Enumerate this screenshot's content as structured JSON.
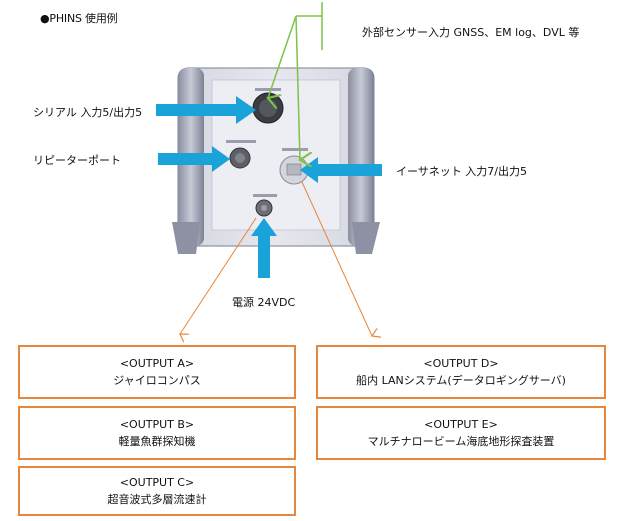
{
  "title": "●PHINS 使用例",
  "labels": {
    "external_sensor": "外部センサー入力 GNSS、EM log、DVL 等",
    "serial": "シリアル 入力5/出力5",
    "repeater": "リピーターポート",
    "ethernet": "イーサネット 入力7/出力5",
    "power": "電源 24VDC"
  },
  "outputs": [
    {
      "header": "<OUTPUT A>",
      "name": "ジャイロコンパス"
    },
    {
      "header": "<OUTPUT B>",
      "name": "軽量魚群探知機"
    },
    {
      "header": "<OUTPUT C>",
      "name": "超音波式多層流速計"
    },
    {
      "header": "<OUTPUT D>",
      "name": "船内 LANシステム(データロギングサーバ)"
    },
    {
      "header": "<OUTPUT E>",
      "name": "マルチナロービーム海底地形探査装置"
    }
  ],
  "colors": {
    "input_arrow": "#1aa3d9",
    "sensor_line": "#7ec247",
    "output_line": "#e8873c",
    "device_body": "#c9ccd8"
  }
}
